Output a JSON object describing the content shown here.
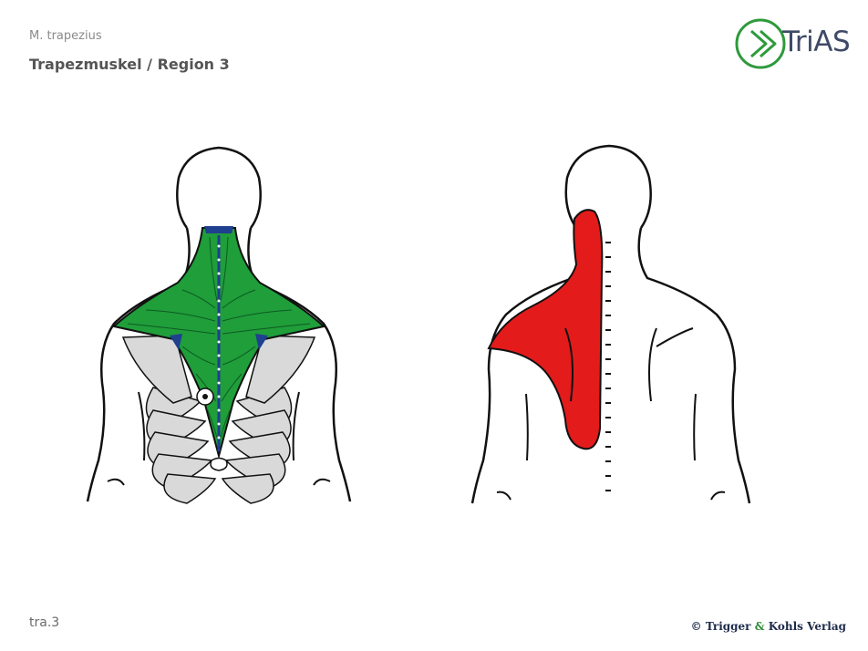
{
  "header": {
    "subtitle": "M. trapezius",
    "title": "Trapezmuskel / Region 3"
  },
  "logo": {
    "text": "TriAS",
    "color_ring": "#2e9a3c",
    "color_text": "#3f4a66"
  },
  "footer": {
    "page_code": "tra.3",
    "copyright_prefix": "© Trigger",
    "copyright_amp": "&",
    "copyright_suffix": "Kohls Verlag"
  },
  "colors": {
    "muscle": "#1f9e3a",
    "tendon": "#1f3f8f",
    "pain": "#e31b1b",
    "bone": "#d9d9d9",
    "outline": "#111111"
  }
}
